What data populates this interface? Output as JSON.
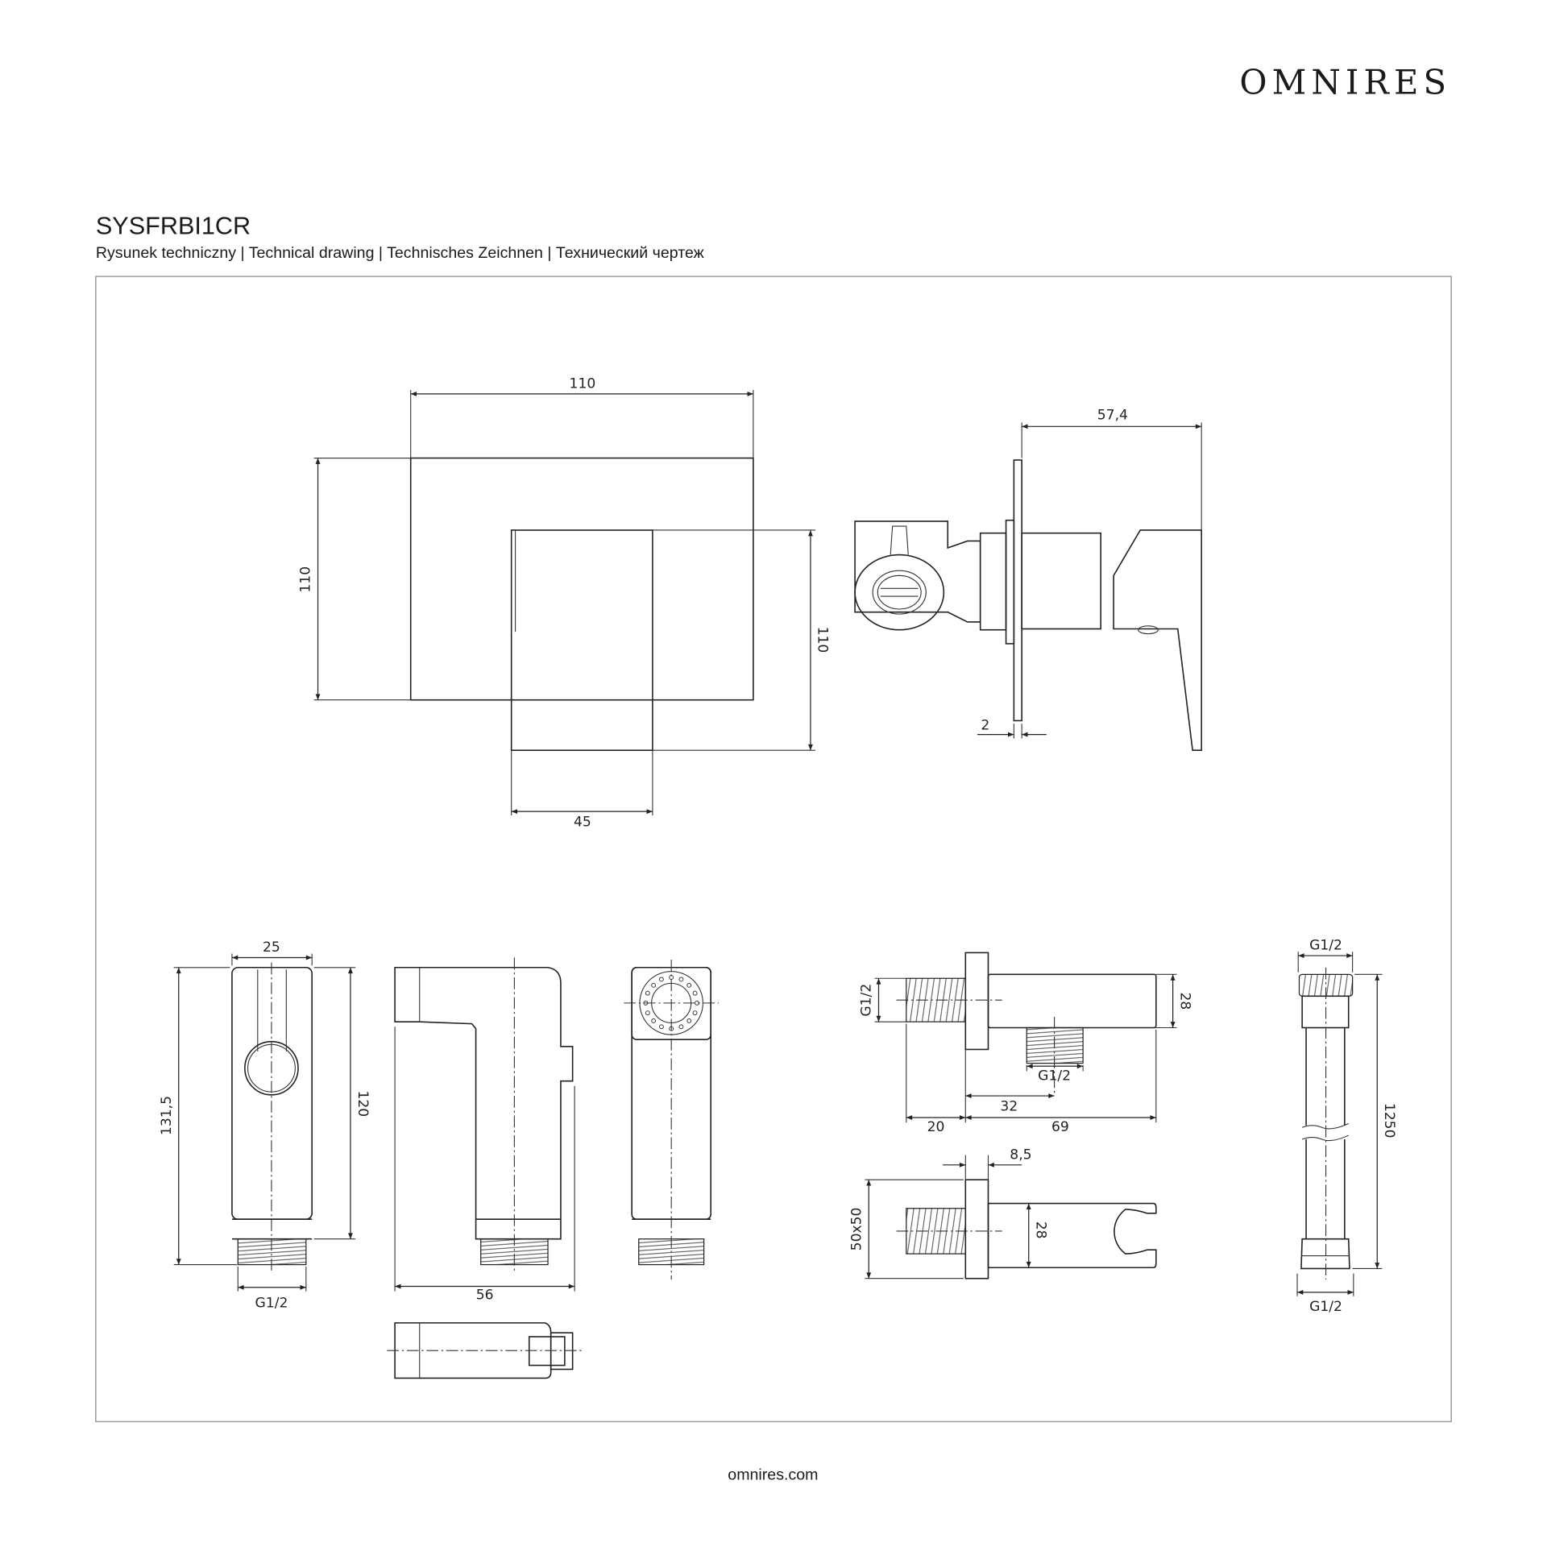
{
  "header": {
    "logo": "OMNIRES",
    "product_code": "SYSFRBI1CR",
    "subtitle": "Rysunek techniczny | Technical drawing | Technisches Zeichnen | Технический чертеж"
  },
  "drawing": {
    "mixer_front": {
      "width": "110",
      "height": "110",
      "handle_height": "110",
      "handle_width": "45"
    },
    "mixer_side": {
      "depth": "57,4",
      "plate": "2"
    },
    "handset": {
      "width": "25",
      "total_height": "131,5",
      "body_height": "120",
      "thread": "G1/2",
      "side_width": "56"
    },
    "wall_outlet": {
      "inlet_thread": "G1/2",
      "height": "28",
      "outlet_thread": "G1/2",
      "outlet_offset": "32",
      "thread_length": "20",
      "length": "69"
    },
    "bracket": {
      "flange_thickness": "8,5",
      "flange_size": "50x50",
      "height": "28"
    },
    "hose": {
      "top_thread": "G1/2",
      "length": "1250",
      "bottom_thread": "G1/2"
    }
  },
  "footer": {
    "website": "omnires.com"
  }
}
